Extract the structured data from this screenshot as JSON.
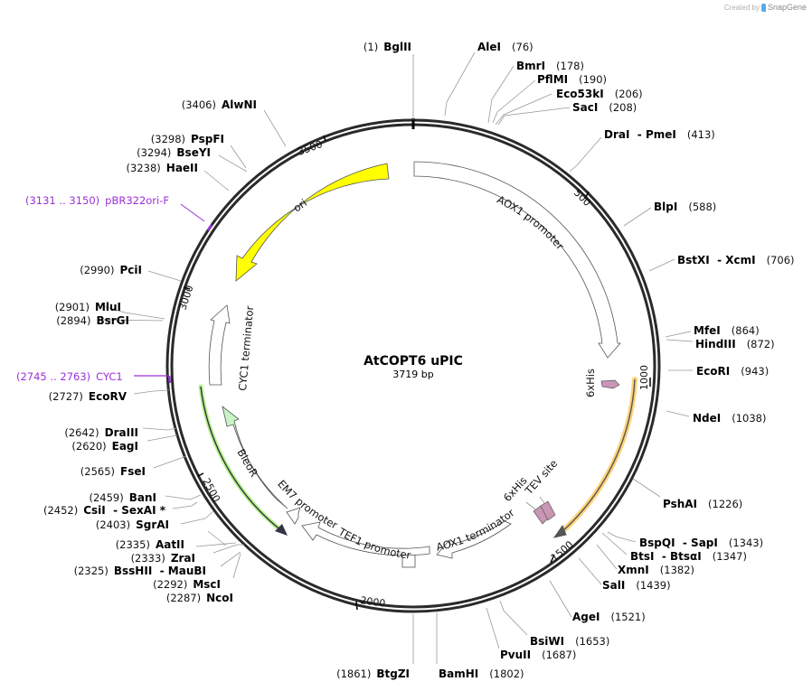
{
  "credit": {
    "prefix": "Created by",
    "brand": "SnapGene"
  },
  "plasmid": {
    "name": "AtCOPT6 uPIC",
    "length_label": "3719 bp",
    "length": 3719
  },
  "colors": {
    "backbone": "#2a2a2a",
    "ori": "#ffff00",
    "bleor": "#c8f5c8",
    "orf_glow": "#ffd37a",
    "orf_line_green": "#b6f28a",
    "tag": "#c996b4",
    "primer": "#9b30d9",
    "leader": "#999999"
  },
  "ticks": [
    {
      "label": "500"
    },
    {
      "label": "1000"
    },
    {
      "label": "1500"
    },
    {
      "label": "2000"
    },
    {
      "label": "2500"
    },
    {
      "label": "3000"
    },
    {
      "label": "3500"
    }
  ],
  "features": [
    {
      "label": "AOX1 promoter"
    },
    {
      "label": "6xHis"
    },
    {
      "label": "6xHis"
    },
    {
      "label": "TEV site"
    },
    {
      "label": "AOX1 terminator"
    },
    {
      "label": "TEF1 promoter"
    },
    {
      "label": "EM7 promoter"
    },
    {
      "label": "BleoR"
    },
    {
      "label": "CYC1 terminator"
    },
    {
      "label": "ori"
    }
  ],
  "primers": [
    {
      "pos": "(3131 .. 3150)",
      "name": "pBR322ori-F"
    },
    {
      "pos": "(2745 .. 2763)",
      "name": "CYC1"
    }
  ],
  "enzymes": [
    {
      "name": "BglII",
      "pos": "(1)"
    },
    {
      "name": "AleI",
      "pos": "(76)"
    },
    {
      "name": "BmrI",
      "pos": "(178)"
    },
    {
      "name": "PflMI",
      "pos": "(190)"
    },
    {
      "name": "Eco53kI",
      "pos": "(206)"
    },
    {
      "name": "SacI",
      "pos": "(208)"
    },
    {
      "name": "DraI  - PmeI",
      "pos": "(413)"
    },
    {
      "name": "BlpI",
      "pos": "(588)"
    },
    {
      "name": "BstXI  - XcmI",
      "pos": "(706)"
    },
    {
      "name": "MfeI",
      "pos": "(864)"
    },
    {
      "name": "HindIII",
      "pos": "(872)"
    },
    {
      "name": "EcoRI",
      "pos": "(943)"
    },
    {
      "name": "NdeI",
      "pos": "(1038)"
    },
    {
      "name": "PshAI",
      "pos": "(1226)"
    },
    {
      "name": "BspQI  - SapI",
      "pos": "(1343)"
    },
    {
      "name": "BtsI  - BtsαI",
      "pos": "(1347)"
    },
    {
      "name": "XmnI",
      "pos": "(1382)"
    },
    {
      "name": "SalI",
      "pos": "(1439)"
    },
    {
      "name": "AgeI",
      "pos": "(1521)"
    },
    {
      "name": "BsiWI",
      "pos": "(1653)"
    },
    {
      "name": "PvuII",
      "pos": "(1687)"
    },
    {
      "name": "BamHI",
      "pos": "(1802)"
    },
    {
      "name": "BtgZI",
      "pos": "(1861)"
    },
    {
      "name": "NcoI",
      "pos": "(2287)"
    },
    {
      "name": "MscI",
      "pos": "(2292)"
    },
    {
      "name": "BssHII  - MauBI",
      "pos": "(2325)"
    },
    {
      "name": "ZraI",
      "pos": "(2333)"
    },
    {
      "name": "AatII",
      "pos": "(2335)"
    },
    {
      "name": "SgrAI",
      "pos": "(2403)"
    },
    {
      "name": "CsiI  - SexAI *",
      "pos": "(2452)"
    },
    {
      "name": "BanI",
      "pos": "(2459)"
    },
    {
      "name": "FseI",
      "pos": "(2565)"
    },
    {
      "name": "EagI",
      "pos": "(2620)"
    },
    {
      "name": "DraIII",
      "pos": "(2642)"
    },
    {
      "name": "EcoRV",
      "pos": "(2727)"
    },
    {
      "name": "BsrGI",
      "pos": "(2894)"
    },
    {
      "name": "MluI",
      "pos": "(2901)"
    },
    {
      "name": "PciI",
      "pos": "(2990)"
    },
    {
      "name": "HaeII",
      "pos": "(3238)"
    },
    {
      "name": "BseYI",
      "pos": "(3294)"
    },
    {
      "name": "PspFI",
      "pos": "(3298)"
    },
    {
      "name": "AlwNI",
      "pos": "(3406)"
    }
  ]
}
